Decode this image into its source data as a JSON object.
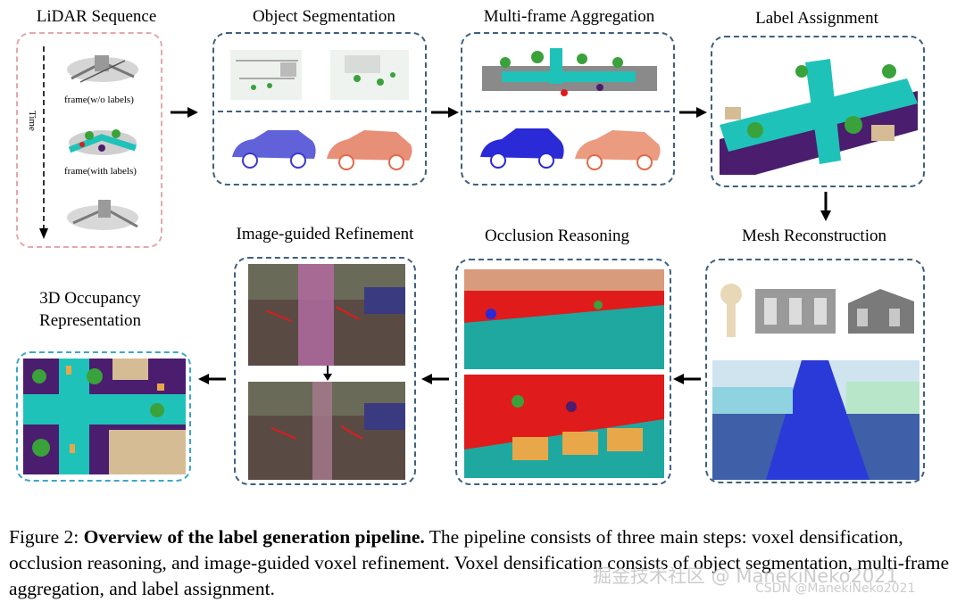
{
  "stages": {
    "lidar": "LiDAR Sequence",
    "segmentation": "Object Segmentation",
    "aggregation": "Multi-frame Aggregation",
    "assignment": "Label Assignment",
    "mesh": "Mesh Reconstruction",
    "occlusion": "Occlusion Reasoning",
    "refinement": "Image-guided Refinement",
    "occupancy_line1": "3D Occupancy",
    "occupancy_line2": "Representation"
  },
  "lidar_labels": {
    "time": "Time",
    "frame_no_labels": "frame(w/o labels)",
    "frame_with_labels": "frame(with labels)"
  },
  "caption": {
    "prefix": "Figure 2: ",
    "title": "Overview of the label generation pipeline.",
    "body": " The pipeline consists of three main steps: voxel densification, occlusion reasoning, and image-guided voxel refinement. Voxel densification consists of object segmentation, multi-frame aggregation, and label assignment."
  },
  "watermark": {
    "left": "掘金技术社区 @ ManekiNeko2021",
    "right": "CSDN @ManekiNeko2021"
  },
  "colors": {
    "box_border": "#3f6080",
    "lidar_border": "#e3a8ae",
    "occupancy_border": "#3aa6cc",
    "road_cyan": "#1fc2b8",
    "vegetation_green": "#3aa23a",
    "building_purple": "#4a1d6e",
    "terrain_tan": "#d6bc94",
    "occlusion_red": "#e01b1b",
    "car_blue": "#3a3ad0",
    "car_red": "#e06a4a"
  }
}
